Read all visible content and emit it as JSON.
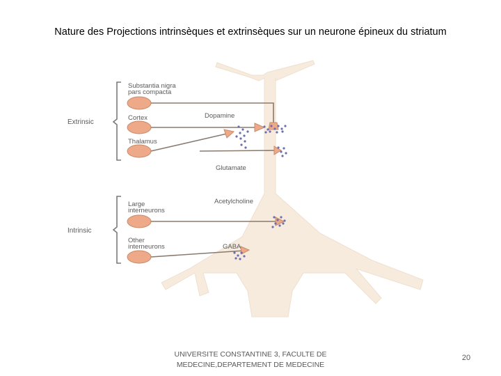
{
  "title": "Nature des Projections intrinsèques et extrinsèques sur un neurone épineux du striatum",
  "diagram": {
    "groups": {
      "extrinsic": "Extrinsic",
      "intrinsic": "Intrinsic"
    },
    "sources": {
      "substantia_nigra_line1": "Substantia nigra",
      "substantia_nigra_line2": "pars compacta",
      "cortex": "Cortex",
      "thalamus": "Thalamus",
      "large_interneurons_line1": "Large",
      "large_interneurons_line2": "interneurons",
      "other_interneurons_line1": "Other",
      "other_interneurons_line2": "interneurons"
    },
    "transmitters": {
      "dopamine": "Dopamine",
      "glutamate": "Glutamate",
      "acetylcholine": "Acetylcholine",
      "gaba": "GABA"
    },
    "colors": {
      "neuron_fill": "#f6ebdd",
      "soma_fill": "#eda988",
      "axon": "#8a7a6e",
      "bracket": "#7a7a7a",
      "vesicles": "#6b6fae"
    }
  },
  "footer": {
    "line1": "UNIVERSITE CONSTANTINE 3, FACULTE DE",
    "line2": "MEDECINE,DEPARTEMENT DE MEDECINE"
  },
  "page_number": "20"
}
